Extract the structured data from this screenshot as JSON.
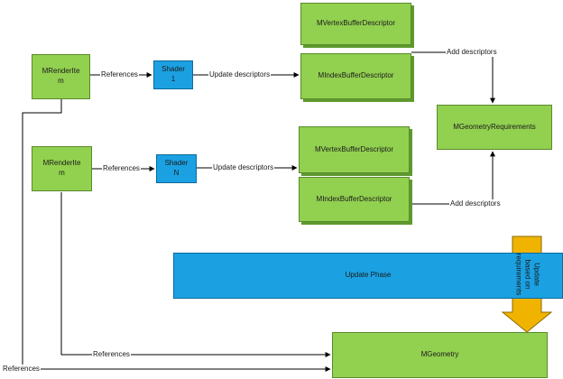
{
  "nodes": {
    "render_item_1": "MRenderIte\nm",
    "render_item_2": "MRenderIte\nm",
    "shader_1": "Shader\n1",
    "shader_n": "Shader\nN",
    "vertex_desc_1": "MVertexBufferDescriptor",
    "index_desc_1": "MIndexBufferDescriptor",
    "vertex_desc_2": "MVertexBufferDescriptor",
    "index_desc_2": "MIndexBufferDescriptor",
    "geometry_requirements": "MGeometryRequirements",
    "update_phase": "Update Phase",
    "geometry": "MGeometry",
    "update_arrow": "Update based on\nrequirements"
  },
  "edge_labels": {
    "references_1": "References",
    "update_descriptors_1": "Update descriptors",
    "references_2": "References",
    "update_descriptors_2": "Update descriptors",
    "add_descriptors_1": "Add descriptors",
    "add_descriptors_2": "Add descriptors",
    "references_3": "References",
    "references_4": "References"
  },
  "colors": {
    "box_green": "#92d050",
    "box_blue": "#1ba1e2",
    "arrow_gold": "#f0b400"
  }
}
